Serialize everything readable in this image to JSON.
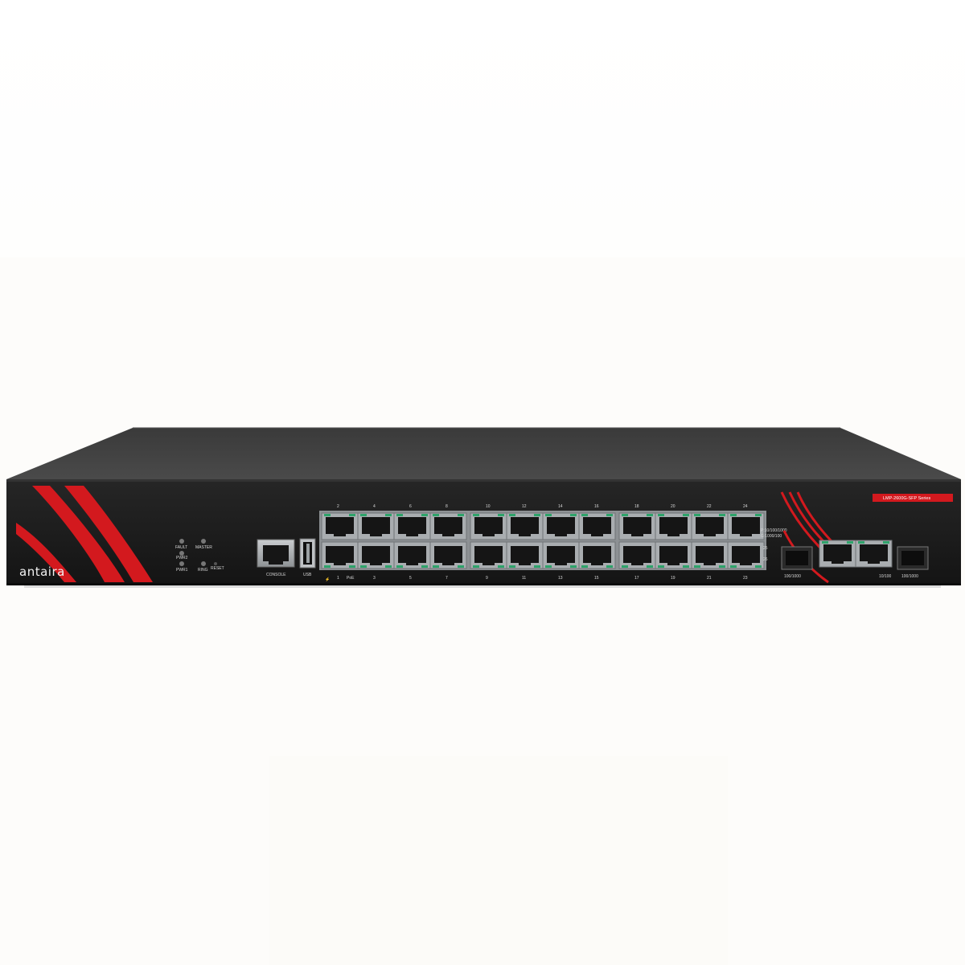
{
  "brand": "antaira",
  "series_label": "LMP-2600G-SFP Series",
  "leds": {
    "fault": "FAULT",
    "master": "MASTER",
    "pwr2": "PWR2",
    "pwr1": "PWR1",
    "ring": "RING",
    "reset": "RESET"
  },
  "ports": {
    "console": "CONSOLE",
    "usb": "USB",
    "poe": "PoE",
    "top_numbers": [
      "2",
      "4",
      "6",
      "8",
      "10",
      "12",
      "14",
      "16",
      "18",
      "20",
      "22",
      "24"
    ],
    "bottom_numbers": [
      "1",
      "3",
      "5",
      "7",
      "9",
      "11",
      "13",
      "15",
      "17",
      "19",
      "21",
      "23"
    ],
    "speed_note_1": "P:10/100/1000",
    "speed_note_2": "G:1000/100",
    "uplink_25": "25",
    "uplink_26": "26",
    "sfp_left_label": "100/1000",
    "combo_label": "10/100",
    "sfp_right_label": "100/1000"
  },
  "colors": {
    "chassis": "#1b1b1b",
    "accent_red": "#d3191e",
    "port_green": "#2ea36a",
    "port_metal": "#a9adb0"
  }
}
